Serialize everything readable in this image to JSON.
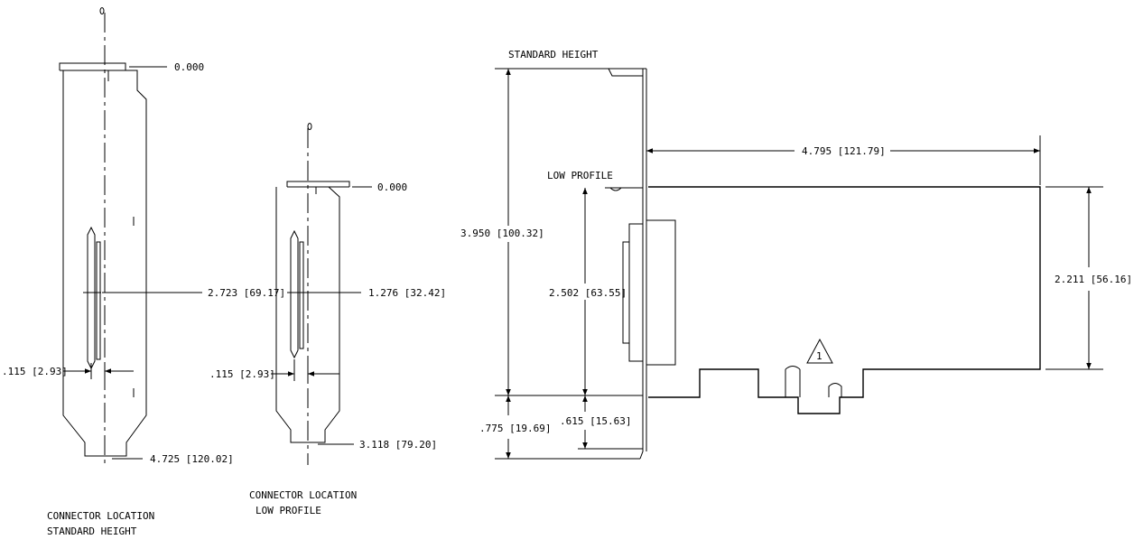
{
  "diagram": {
    "std_bracket": {
      "zero_label": "0.000",
      "connector_label": "2.723 [69.17]",
      "offset_label": ".115 [2.93]",
      "length_label": "4.725 [120.02]",
      "caption_line1": "CONNECTOR LOCATION",
      "caption_line2": "STANDARD HEIGHT"
    },
    "lp_bracket": {
      "zero_label": "0.000",
      "connector_label": "1.276 [32.42]",
      "offset_label": ".115 [2.93]",
      "length_label": "3.118 [79.20]",
      "caption_line1": "CONNECTOR LOCATION",
      "caption_line2": "LOW PROFILE"
    },
    "card": {
      "standard_height_label": "STANDARD HEIGHT",
      "low_profile_label": "LOW PROFILE",
      "width_label": "4.795 [121.79]",
      "std_height_dim": "3.950 [100.32]",
      "lp_height_dim": "2.502 [63.55]",
      "card_height_dim": "2.211 [56.16]",
      "std_bottom_dim": ".775 [19.69]",
      "lp_bottom_dim": ".615 [15.63]",
      "note_number": "1"
    }
  }
}
